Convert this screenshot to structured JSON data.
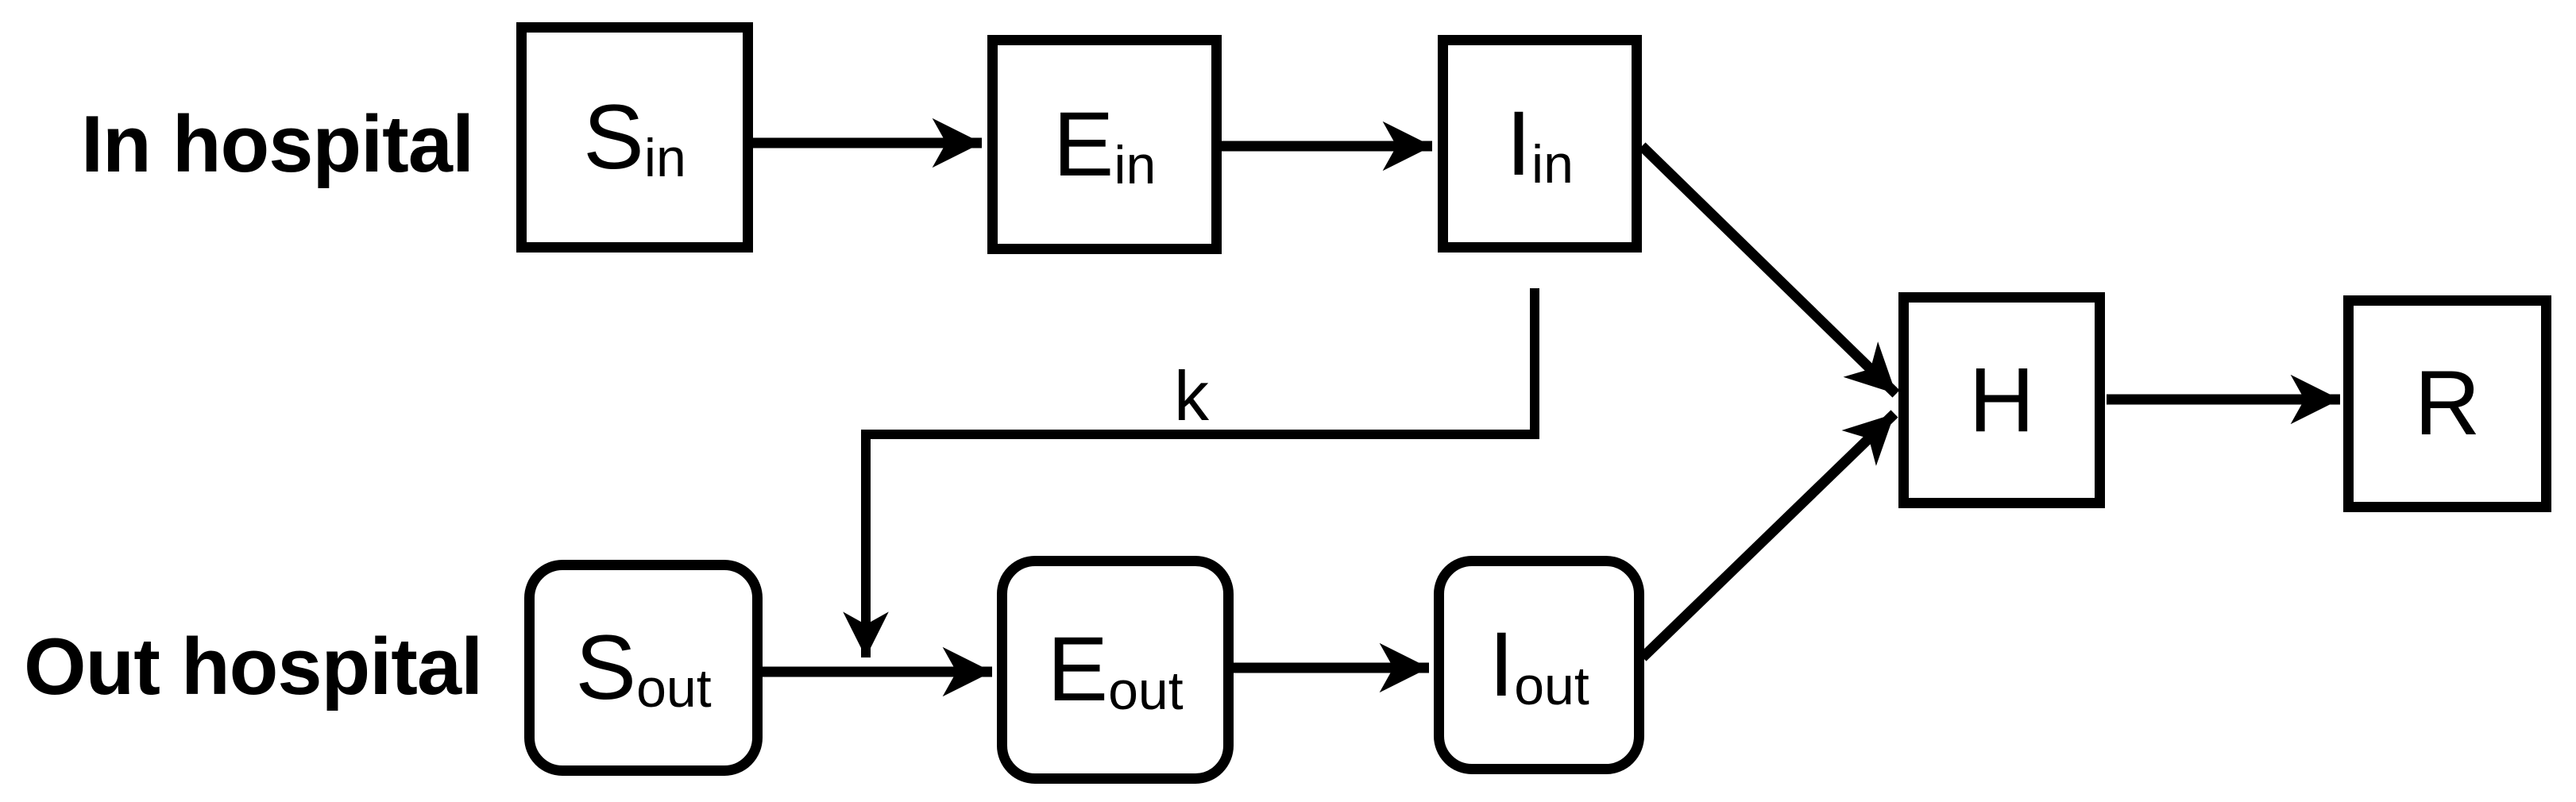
{
  "diagram": {
    "type": "compartmental-model-flowchart",
    "background": "#ffffff"
  },
  "row_labels": {
    "top": "In hospital",
    "bottom": "Out hospital"
  },
  "nodes": {
    "s_in": {
      "main": "S",
      "sub": "in",
      "shape": "square",
      "row": "in-hospital"
    },
    "e_in": {
      "main": "E",
      "sub": "in",
      "shape": "square",
      "row": "in-hospital"
    },
    "i_in": {
      "main": "I",
      "sub": "in",
      "shape": "square",
      "row": "in-hospital"
    },
    "h": {
      "main": "H",
      "sub": "",
      "shape": "square",
      "row": "shared"
    },
    "r": {
      "main": "R",
      "sub": "",
      "shape": "square",
      "row": "shared"
    },
    "s_out": {
      "main": "S",
      "sub": "out",
      "shape": "rounded",
      "row": "out-hospital"
    },
    "e_out": {
      "main": "E",
      "sub": "out",
      "shape": "rounded",
      "row": "out-hospital"
    },
    "i_out": {
      "main": "I",
      "sub": "out",
      "shape": "rounded",
      "row": "out-hospital"
    }
  },
  "edges": {
    "k_label": "k",
    "connections": [
      {
        "from": "S_in",
        "to": "E_in"
      },
      {
        "from": "E_in",
        "to": "I_in"
      },
      {
        "from": "I_in",
        "to": "H"
      },
      {
        "from": "H",
        "to": "R"
      },
      {
        "from": "S_out",
        "to": "E_out"
      },
      {
        "from": "E_out",
        "to": "I_out"
      },
      {
        "from": "I_out",
        "to": "H"
      },
      {
        "from": "I_in",
        "to": "S_out-E_out-flow",
        "label": "k"
      }
    ]
  },
  "colors": {
    "stroke": "#000000",
    "node_fill": "#ffffff",
    "text": "#000000",
    "background": "#ffffff"
  }
}
